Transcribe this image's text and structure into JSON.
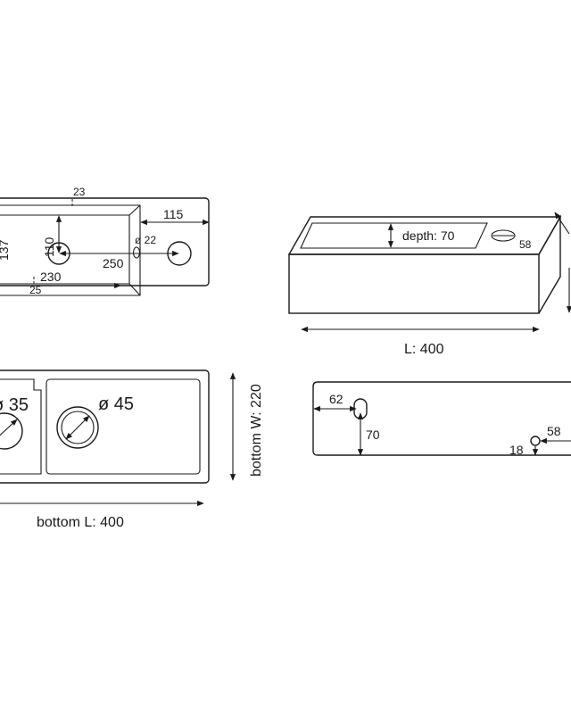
{
  "top_view": {
    "dim_23": "23",
    "dim_115": "115",
    "dim_110": "110",
    "dim_137": "137",
    "dim_22": "ø 22",
    "dim_250": "250",
    "dim_230": "230",
    "dim_25": "25"
  },
  "side_view": {
    "depth_label": "depth: 70",
    "dim_58": "58",
    "length_label": "L: 400"
  },
  "bottom_view": {
    "dia_35": "ø 35",
    "dia_45": "ø 45",
    "width_label": "bottom W: 220",
    "length_label": "bottom L: 400"
  },
  "back_view": {
    "dim_62": "62",
    "dim_70": "70",
    "dim_58": "58",
    "dim_18": "18"
  }
}
